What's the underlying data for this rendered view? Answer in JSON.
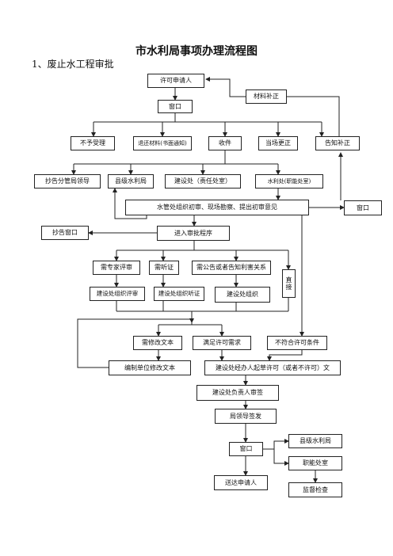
{
  "title": "市水利局事项办理流程图",
  "subtitle": "1、废止水工程审批",
  "nodes": {
    "applicant": "许可申请人",
    "window1": "窗口",
    "material_supplement": "材料补正",
    "not_accepted": "不予受理",
    "inform_other_dept": "退还材料(书面通知)",
    "accept": "收件",
    "correct_on_spot": "当场更正",
    "notify_supplement": "告知补正",
    "cc_leader": "抄告分管局领导",
    "county_bureau1": "县级水利局",
    "construction_dept1": "建设处（责任处室）",
    "functional_dept": "水利处(职能处室)",
    "preliminary_review": "水管处组织初审、现场勘察、提出初审意见",
    "window2": "窗口",
    "cc_window": "抄告窗口",
    "approval_procedure": "进入审批程序",
    "expert_review": "需专家评审",
    "hearing": "需听证",
    "public_notice": "需公告或者告知利害关系",
    "direct": "直接",
    "org_expert_review": "建设处组织评审",
    "org_hearing": "建设处组织听证",
    "org_notice": "建设处组织",
    "need_revision": "需修改文本",
    "meets_requirements": "满足许可需求",
    "not_meet": "不符合许可条件",
    "unit_revise": "编制单位修改文本",
    "draft_permit": "建设处经办人起草许可（或者不许可）文",
    "head_review": "建设处负责人审签",
    "bureau_leader_sign": "局领导签发",
    "window3": "窗口",
    "county_bureau2": "县级水利局",
    "functional_dept2": "职能处室",
    "deliver_applicant": "送达申请人",
    "supervise": "监督检查"
  }
}
